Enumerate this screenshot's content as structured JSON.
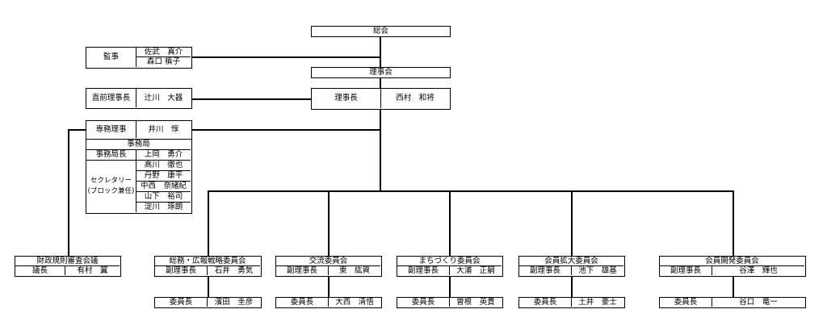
{
  "general_meeting": "総会",
  "auditors": {
    "label": "監事",
    "members": [
      "佐武　真介",
      "森口 槙子"
    ]
  },
  "board": "理事会",
  "immediate_past_president": {
    "label": "直前理事長",
    "name": "辻川　大器"
  },
  "president": {
    "label": "理事長",
    "name": "西村　和将"
  },
  "executive_director": {
    "label": "専務理事",
    "name": "井川　惇"
  },
  "secretariat": {
    "title": "事務局",
    "chief_label": "事務局長",
    "chief_name": "上岡　勇介",
    "secretary_label_1": "セクレタリー",
    "secretary_label_2": "(ブロック兼任)",
    "secretaries": [
      "高川　徹也",
      "丹野　康平",
      "中西　奈緒紀",
      "山下　裕司",
      "淀川　琢朗"
    ]
  },
  "finance_council": {
    "title": "財政規則審査会議",
    "role": "議長",
    "name": "有村　翼"
  },
  "committees": [
    {
      "title": "総務・広報戦略委員会",
      "vp_label": "副理事長",
      "vp_name": "石井　勇気",
      "chair_label": "委員長",
      "chair_name": "濱田　圭彦"
    },
    {
      "title": "交流委員会",
      "vp_label": "副理事長",
      "vp_name": "東　紘資",
      "chair_label": "委員長",
      "chair_name": "大西　清悟"
    },
    {
      "title": "まちづくり委員会",
      "vp_label": "副理事長",
      "vp_name": "大浦　正嗣",
      "chair_label": "委員長",
      "chair_name": "曽根　英貴"
    },
    {
      "title": "会員拡大委員会",
      "vp_label": "副理事長",
      "vp_name": "池下　雄基",
      "chair_label": "委員長",
      "chair_name": "土井　豪士"
    },
    {
      "title": "会員開発委員会",
      "vp_label": "副理事長",
      "vp_name": "谷澤　輝也",
      "chair_label": "委員長",
      "chair_name": "谷口　竜一"
    }
  ]
}
